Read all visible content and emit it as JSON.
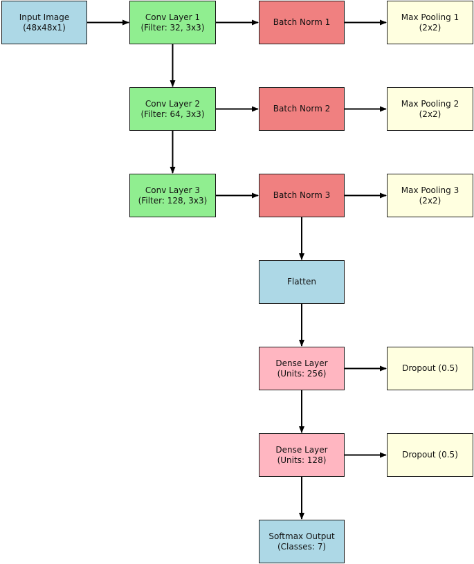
{
  "colors": {
    "input": "#add8e6",
    "conv": "#90ee90",
    "batchnorm": "#f08080",
    "pooling": "#ffffe0",
    "flatten": "#add8e6",
    "dense": "#ffb6c1",
    "dropout": "#ffffe0",
    "output": "#add8e6",
    "arrow": "#000000"
  },
  "nodes": {
    "input_image": "Input Image\n(48x48x1)",
    "conv1": "Conv Layer 1\n(Filter: 32, 3x3)",
    "bn1": "Batch Norm 1",
    "pool1": "Max Pooling 1\n(2x2)",
    "conv2": "Conv Layer 2\n(Filter: 64, 3x3)",
    "bn2": "Batch Norm 2",
    "pool2": "Max Pooling 2\n(2x2)",
    "conv3": "Conv Layer 3\n(Filter: 128, 3x3)",
    "bn3": "Batch Norm 3",
    "pool3": "Max Pooling 3\n(2x2)",
    "flatten": "Flatten",
    "dense1": "Dense Layer\n(Units: 256)",
    "dropout1": "Dropout (0.5)",
    "dense2": "Dense Layer\n(Units: 128)",
    "dropout2": "Dropout (0.5)",
    "output": "Softmax Output\n(Classes: 7)"
  },
  "edges": [
    [
      "input_image",
      "conv1"
    ],
    [
      "conv1",
      "bn1"
    ],
    [
      "bn1",
      "pool1"
    ],
    [
      "conv1",
      "conv2"
    ],
    [
      "conv2",
      "bn2"
    ],
    [
      "bn2",
      "pool2"
    ],
    [
      "conv2",
      "conv3"
    ],
    [
      "conv3",
      "bn3"
    ],
    [
      "bn3",
      "pool3"
    ],
    [
      "bn3",
      "flatten"
    ],
    [
      "flatten",
      "dense1"
    ],
    [
      "dense1",
      "dropout1"
    ],
    [
      "dense1",
      "dense2"
    ],
    [
      "dense2",
      "dropout2"
    ],
    [
      "dense2",
      "output"
    ]
  ]
}
